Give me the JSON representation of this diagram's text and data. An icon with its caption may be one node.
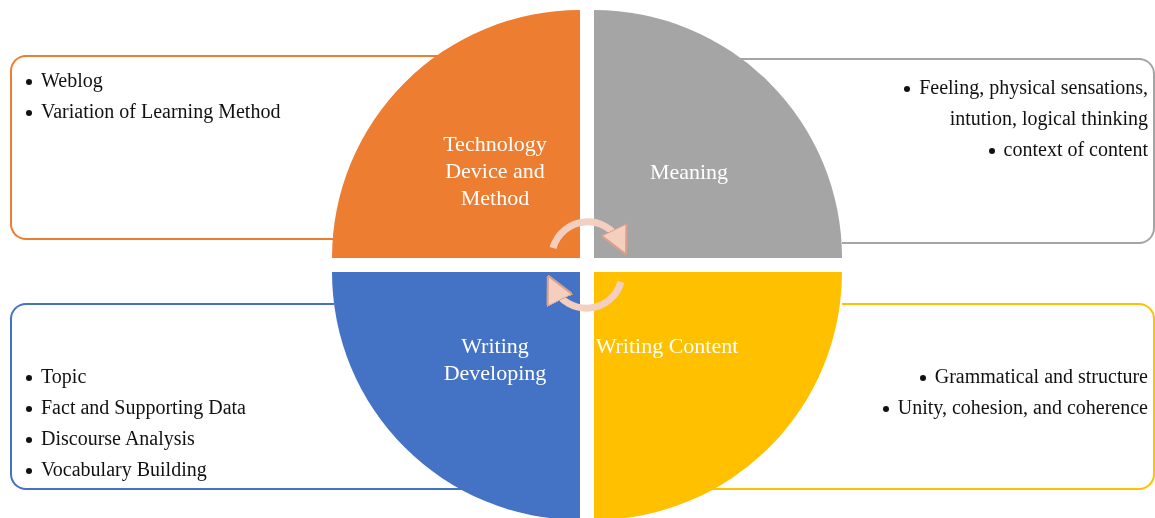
{
  "diagram": {
    "nodes": [
      {
        "text": [
          "Technology Device and Method"
        ]
      },
      {
        "text": [
          "Meaning"
        ]
      },
      {
        "text": [
          "Writing Developing"
        ]
      },
      {
        "text": [
          "Writing Content"
        ]
      },
      {
        "text": [
          "Weblog",
          "Variation of Learning Method"
        ]
      },
      {
        "text": [
          "Feeling, physical sensations, intution, logical thinking",
          "context of content"
        ]
      },
      {
        "text": [
          "Topic",
          "Fact and Supporting Data",
          "Discourse Analysis",
          "Vocabulary Building"
        ]
      },
      {
        "text": [
          "Grammatical and structure",
          "Unity, cohesion, and coherence"
        ]
      }
    ],
    "edges": [
      {
        "from": 0,
        "to": 1,
        "arrow": "to"
      },
      {
        "from": 3,
        "to": 2,
        "arrow": "to"
      }
    ]
  }
}
